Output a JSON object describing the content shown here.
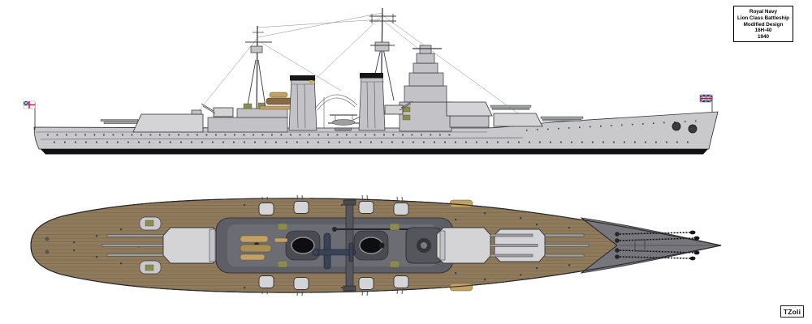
{
  "title_box": {
    "lines": [
      "Royal Navy",
      "Lion Class Battleship",
      "Modified Design",
      "16H-40",
      "1940"
    ]
  },
  "signature": {
    "text": "TZoli"
  },
  "flags": {
    "stern": "white-ensign",
    "bow": "union-jack"
  },
  "colors": {
    "background": "#ffffff",
    "outline": "#26262a",
    "hull": "#c9c9cc",
    "superstructure": "#c3c3c7",
    "turret": "#d4d4d6",
    "barrel": "#9fa0a3",
    "funnel_cap": "#161616",
    "waterline": "#101010",
    "porthole": "#2e4852",
    "wood_deck": "#8f7b5c",
    "plank_seam": "#5f4f38",
    "steel_deck": "#76767c",
    "island": "#5e5e66",
    "island_light": "#6c6c74",
    "funnel_hole": "#0e0e10",
    "boat_tan": "#c2a264",
    "boat_brown": "#a98e55",
    "olive": "#8a8a52",
    "aircraft": "#3a4258",
    "ensign_red": "#c8102e",
    "jack_blue": "#2b3f8c",
    "white": "#ffffff"
  }
}
